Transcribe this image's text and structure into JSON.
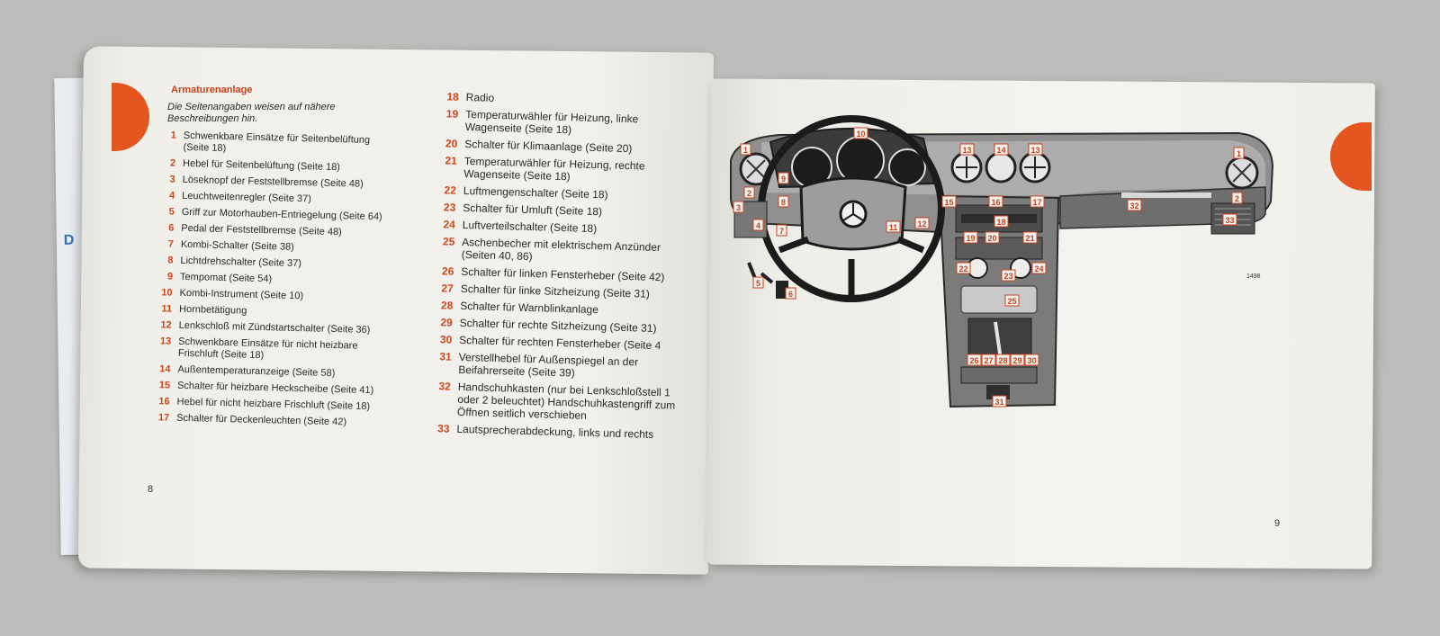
{
  "left_page": {
    "heading": "Armaturenanlage",
    "intro": "Die Seitenangaben weisen auf nähere Beschreibungen hin.",
    "page_number": "8",
    "items_col1": [
      {
        "num": "1",
        "text": "Schwenkbare Einsätze für Seitenbelüftung (Seite 18)"
      },
      {
        "num": "2",
        "text": "Hebel für Seitenbelüftung (Seite 18)"
      },
      {
        "num": "3",
        "text": "Löseknopf der Feststellbremse (Seite 48)"
      },
      {
        "num": "4",
        "text": "Leuchtweitenregler (Seite 37)"
      },
      {
        "num": "5",
        "text": "Griff zur Motorhauben-Entriegelung (Seite 64)"
      },
      {
        "num": "6",
        "text": "Pedal der Feststellbremse (Seite 48)"
      },
      {
        "num": "7",
        "text": "Kombi-Schalter (Seite 38)"
      },
      {
        "num": "8",
        "text": "Lichtdrehschalter (Seite 37)"
      },
      {
        "num": "9",
        "text": "Tempomat (Seite 54)"
      },
      {
        "num": "10",
        "text": "Kombi-Instrument (Seite 10)"
      },
      {
        "num": "11",
        "text": "Hornbetätigung"
      },
      {
        "num": "12",
        "text": "Lenkschloß mit Zündstartschalter (Seite 36)"
      },
      {
        "num": "13",
        "text": "Schwenkbare Einsätze für nicht heizbare Frischluft (Seite 18)"
      },
      {
        "num": "14",
        "text": "Außentemperaturanzeige (Seite 58)"
      },
      {
        "num": "15",
        "text": "Schalter für heizbare Heckscheibe (Seite 41)"
      },
      {
        "num": "16",
        "text": "Hebel für nicht heizbare Frischluft (Seite 18)"
      },
      {
        "num": "17",
        "text": "Schalter für Deckenleuchten (Seite 42)"
      }
    ],
    "items_col2": [
      {
        "num": "18",
        "text": "Radio"
      },
      {
        "num": "19",
        "text": "Temperaturwähler für Heizung, linke Wagenseite (Seite 18)"
      },
      {
        "num": "20",
        "text": "Schalter für Klimaanlage (Seite 20)"
      },
      {
        "num": "21",
        "text": "Temperaturwähler für Heizung, rechte Wagenseite (Seite 18)"
      },
      {
        "num": "22",
        "text": "Luftmengenschalter (Seite 18)"
      },
      {
        "num": "23",
        "text": "Schalter für Umluft (Seite 18)"
      },
      {
        "num": "24",
        "text": "Luftverteilschalter (Seite 18)"
      },
      {
        "num": "25",
        "text": "Aschenbecher mit elektrischem Anzünder (Seiten 40, 86)"
      },
      {
        "num": "26",
        "text": "Schalter für linken Fensterheber (Seite 42)"
      },
      {
        "num": "27",
        "text": "Schalter für linke Sitzheizung (Seite 31)"
      },
      {
        "num": "28",
        "text": "Schalter für Warnblinkanlage"
      },
      {
        "num": "29",
        "text": "Schalter für rechte Sitzheizung (Seite 31)"
      },
      {
        "num": "30",
        "text": "Schalter für rechten Fensterheber (Seite 4"
      },
      {
        "num": "31",
        "text": "Verstellhebel für Außenspiegel an der Beifahrerseite (Seite 39)"
      },
      {
        "num": "32",
        "text": "Handschuhkasten (nur bei Lenkschloßstell 1 oder 2 beleuchtet) Handschuhkastengriff zum Öffnen seitlich verschieben"
      },
      {
        "num": "33",
        "text": "Lautsprecherabdeckung, links und rechts"
      }
    ]
  },
  "right_page": {
    "page_number": "9",
    "figure_code": "1498",
    "callouts": [
      "1",
      "2",
      "3",
      "4",
      "5",
      "6",
      "7",
      "8",
      "9",
      "10",
      "11",
      "12",
      "13",
      "14",
      "13",
      "1",
      "15",
      "16",
      "17",
      "2",
      "32",
      "33",
      "18",
      "19",
      "20",
      "21",
      "22",
      "23",
      "24",
      "25",
      "26",
      "27",
      "28",
      "29",
      "30",
      "31"
    ]
  },
  "under_page": {
    "letter": "D"
  },
  "colors": {
    "accent": "#e4561f",
    "number_red": "#d0451a",
    "page": "#f3f1ec",
    "background": "#bdbcba"
  }
}
